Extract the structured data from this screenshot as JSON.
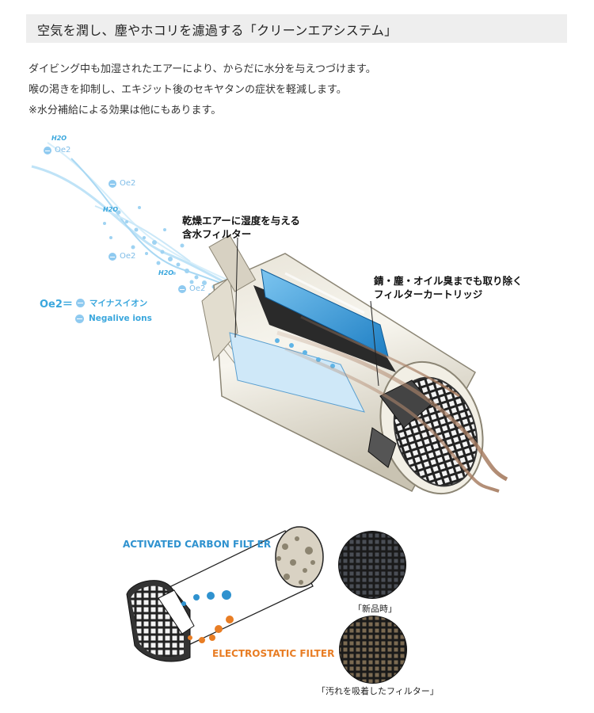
{
  "header": {
    "title": "空気を潤し、塵やホコリを濾過する「クリーンエアシステム」"
  },
  "description": {
    "lines": [
      "ダイビング中も加湿されたエアーにより、からだに水分を与えつづけます。",
      "喉の渇きを抑制し、エキジット後のセキヤタンの症状を軽減します。",
      "※水分補給による効果は他にもあります。"
    ]
  },
  "diagram": {
    "label_humidity": [
      "乾燥エアーに湿度を与える",
      "含水フィルター"
    ],
    "label_cartridge": [
      "錆・塵・オイル臭までも取り除く",
      "フィルターカートリッジ"
    ],
    "legend": {
      "symbol": "Oe2＝",
      "jp": "マイナスイオン",
      "en": "Negalive ions"
    },
    "ion_label": "Oe2",
    "water_label": "H2O"
  },
  "bottom": {
    "activated_carbon": "ACTIVATED CARBON FILT ER",
    "electrostatic": "ELECTROSTATIC FILTER",
    "caption_new": "「新品時」",
    "caption_used": "「汚れを吸着したフィルター」"
  },
  "colors": {
    "accent_blue": "#2f92cf",
    "accent_orange": "#e87d24",
    "mist": "#9fd3f2",
    "header_bg": "#eeeeee"
  }
}
